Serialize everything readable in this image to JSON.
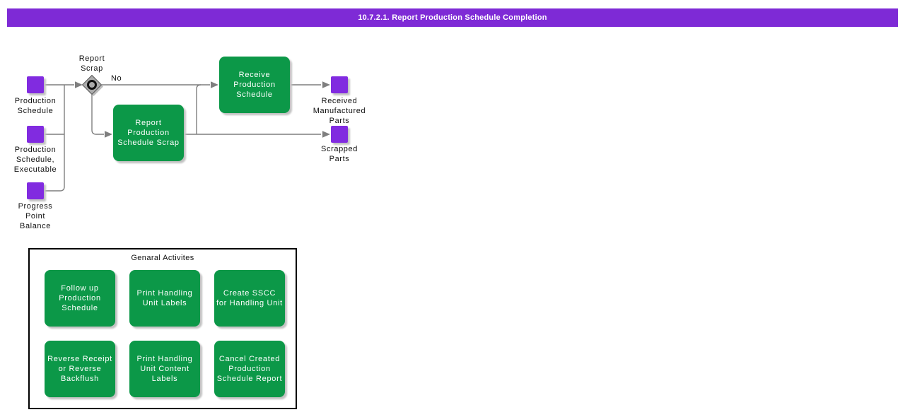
{
  "header": {
    "title": "10.7.2.1. Report Production Schedule Completion"
  },
  "colors": {
    "title_bar_purple": "#7e2ad6",
    "data_square_purple": "#812be0",
    "activity_green": "#0c9848",
    "connector_gray": "#7f7f7f",
    "gateway_fill_gray": "#ababab"
  },
  "flow": {
    "inputs": [
      {
        "label": "Production\nSchedule"
      },
      {
        "label": "Production\nSchedule,\nExecutable"
      },
      {
        "label": "Progress\nPoint\nBalance"
      }
    ],
    "decision": {
      "label": "Report\nScrap"
    },
    "branch_no_label": "No",
    "activities": [
      {
        "label": "Receive\nProduction\nSchedule"
      },
      {
        "label": "Report\nProduction\nSchedule Scrap"
      }
    ],
    "outputs": [
      {
        "label": "Received\nManufactured\nParts"
      },
      {
        "label": "Scrapped\nParts"
      }
    ]
  },
  "general": {
    "title": "Genaral Activites",
    "activities": [
      {
        "label": "Follow up\nProduction\nSchedule"
      },
      {
        "label": "Print Handling\nUnit Labels"
      },
      {
        "label": "Create SSCC\nfor Handling Unit"
      },
      {
        "label": "Reverse Receipt\nor Reverse\nBackflush"
      },
      {
        "label": "Print Handling\nUnit Content\nLabels"
      },
      {
        "label": "Cancel Created\nProduction\nSchedule Report"
      }
    ]
  }
}
